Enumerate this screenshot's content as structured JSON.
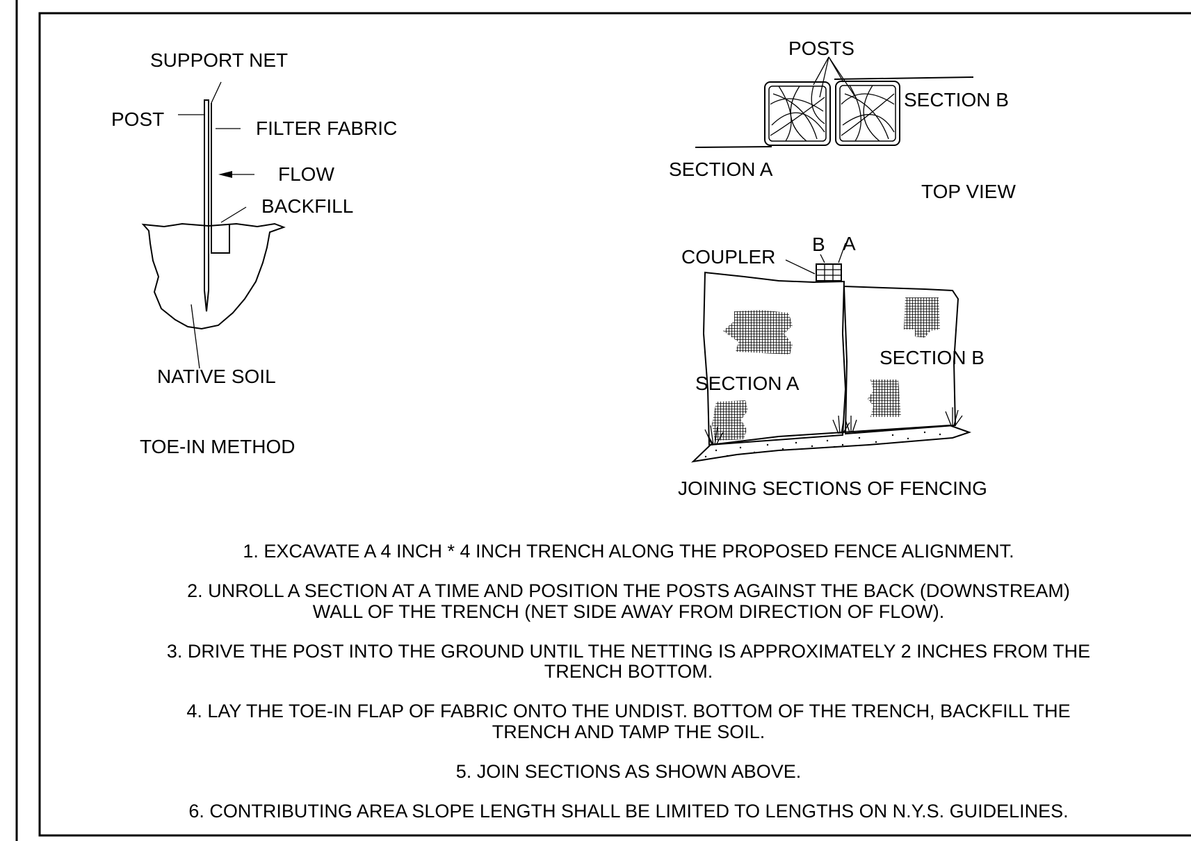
{
  "toe_in": {
    "support_net": "SUPPORT NET",
    "post": "POST",
    "filter_fabric": "FILTER FABRIC",
    "flow": "FLOW",
    "backfill": "BACKFILL",
    "native_soil": "NATIVE SOIL",
    "title": "TOE-IN METHOD"
  },
  "top_view": {
    "posts": "POSTS",
    "section_b": "SECTION B",
    "section_a": "SECTION A",
    "title": "TOP VIEW"
  },
  "joining": {
    "coupler": "COUPLER",
    "b": "B",
    "a": "A",
    "section_b": "SECTION B",
    "section_a": "SECTION A",
    "title": "JOINING SECTIONS OF FENCING"
  },
  "notes": [
    [
      "1. EXCAVATE A 4 INCH * 4 INCH TRENCH ALONG THE PROPOSED FENCE ALIGNMENT."
    ],
    [
      "2. UNROLL A SECTION AT A TIME AND POSITION THE POSTS AGAINST THE BACK (DOWNSTREAM)",
      "WALL OF THE TRENCH (NET SIDE AWAY FROM DIRECTION OF FLOW)."
    ],
    [
      "3. DRIVE THE POST INTO THE GROUND UNTIL THE NETTING IS APPROXIMATELY 2 INCHES FROM THE",
      "TRENCH BOTTOM."
    ],
    [
      "4. LAY THE TOE-IN FLAP OF FABRIC ONTO THE UNDIST. BOTTOM OF THE TRENCH, BACKFILL THE",
      "TRENCH AND TAMP THE SOIL."
    ],
    [
      "5. JOIN SECTIONS AS SHOWN ABOVE."
    ],
    [
      "6. CONTRIBUTING AREA SLOPE LENGTH SHALL BE LIMITED TO LENGTHS ON N.Y.S. GUIDELINES."
    ]
  ]
}
